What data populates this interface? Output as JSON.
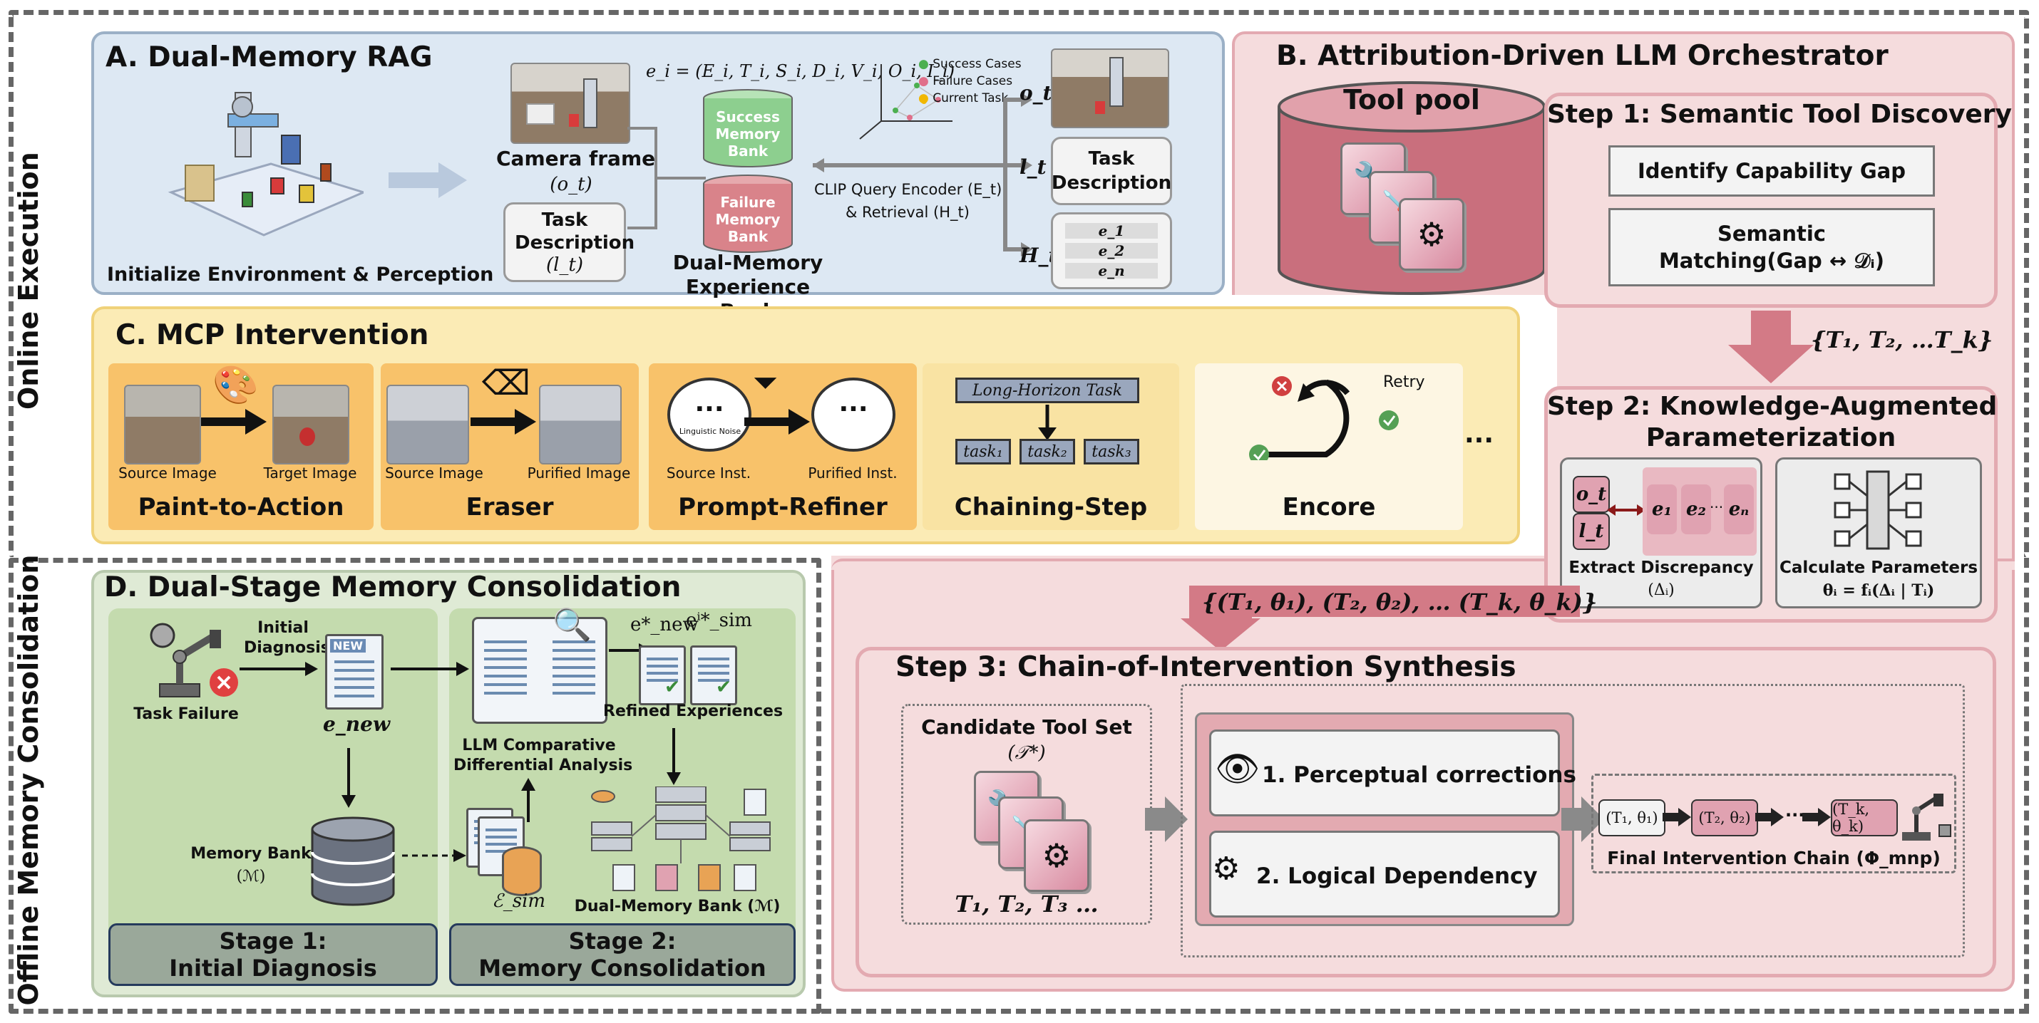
{
  "side_labels": {
    "online": "Online Execution",
    "offline": "Offline Memory Consolidation"
  },
  "panel_a": {
    "title": "A. Dual-Memory RAG",
    "init_caption": "Initialize Environment & Perception",
    "camera_frame": "Camera frame",
    "camera_symbol": "(o_t)",
    "task_desc": "Task Description",
    "task_symbol": "(l_t)",
    "experience_formula": "e_i = (E_i, T_i, S_i, D_i, V_i, O_i, I_i)",
    "success_bank": "Success Memory Bank",
    "failure_bank": "Failure Memory Bank",
    "dual_bank": "Dual-Memory Experience Bank",
    "legend": [
      "Success Cases",
      "Failure Cases",
      "Current Task"
    ],
    "clip_query": "CLIP Query Encoder (E_t)",
    "retrieval": "& Retrieval (H_t)",
    "out_o": "o_t",
    "out_l": "l_t",
    "out_h": "H_t",
    "out_task_desc": "Task Description",
    "out_e": [
      "e_1",
      "e_2",
      "⋮",
      "e_n"
    ]
  },
  "panel_b": {
    "title": "B. Attribution-Driven LLM Orchestrator",
    "tool_pool": "Tool pool",
    "step1_title": "Step 1: Semantic Tool Discovery",
    "step1_box1": "Identify Capability Gap",
    "step1_box2_line1": "Semantic",
    "step1_box2_line2": "Matching(Gap ↔ 𝒟ᵢ)",
    "tools_set": "{T₁, T₂, …T_k}",
    "step2_title_line1": "Step 2: Knowledge-Augmented",
    "step2_title_line2": "Parameterization",
    "o_chip": "o_t",
    "l_chip": "l_t",
    "e_chips": [
      "e₁",
      "e₂",
      "···",
      "eₙ"
    ],
    "extract": "Extract Discrepancy",
    "extract_sym": "(Δᵢ)",
    "calc": "Calculate Parameters",
    "calc_formula": "θᵢ = fᵢ(Δᵢ | Tᵢ)",
    "pairs_set": "{(T₁, θ₁), (T₂, θ₂), … (T_k, θ_k)}"
  },
  "panel_c": {
    "title": "C. MCP Intervention",
    "tools": [
      {
        "name": "Paint-to-Action",
        "left": "Source Image",
        "right": "Target Image"
      },
      {
        "name": "Eraser",
        "left": "Source Image",
        "right": "Purified Image"
      },
      {
        "name": "Prompt-Refiner",
        "left": "Source Inst.",
        "right": "Purified Inst.",
        "noise": "Linguistic Noise"
      },
      {
        "name": "Chaining-Step",
        "header": "Long-Horizon Task",
        "tasks": [
          "task₁",
          "task₂",
          "task₃"
        ]
      },
      {
        "name": "Encore",
        "retry": "Retry"
      }
    ],
    "ellipsis": "···"
  },
  "panel_d": {
    "title": "D. Dual-Stage Memory Consolidation",
    "initial_diagnosis": "Initial Diagnosis",
    "task_failure": "Task Failure",
    "e_new": "e_new",
    "new_tag": "NEW",
    "memory_bank": "Memory Bank",
    "memory_sym": "(ℳ)",
    "llm_analysis_line1": "LLM Comparative",
    "llm_analysis_line2": "Differential Analysis",
    "e_new_star": "e*_new",
    "e_sim_star": "eⁱ*_sim",
    "refined": "Refined Experiences",
    "e_sim_set": "ℰ_sim",
    "dual_bank_label": "Dual-Memory Bank (ℳ)",
    "stage1": [
      "Stage 1:",
      "Initial Diagnosis"
    ],
    "stage2": [
      "Stage 2:",
      "Memory Consolidation"
    ]
  },
  "step3": {
    "title": "Step 3: Chain-of-Intervention Synthesis",
    "candidate": "Candidate Tool Set",
    "candidate_sym": "(𝒯*)",
    "candidate_list": "T₁, T₂, T₃ …",
    "perceptual": "1. Perceptual corrections",
    "logical": "2. Logical Dependency",
    "chain_nodes": [
      "(T₁, θ₁)",
      "(T₂, θ₂)",
      "(T_k, θ_k)"
    ],
    "chain_dots": "···",
    "final_chain": "Final Intervention Chain (Φ_mnp)"
  },
  "colors": {
    "panel_a_bg": "#dde8f3",
    "panel_b_bg": "#f5dcdd",
    "panel_c_bg": "#fbebb5",
    "panel_d_bg": "#dfead5",
    "accent_red": "#c96f7d",
    "success_green": "#8dcf8f"
  }
}
